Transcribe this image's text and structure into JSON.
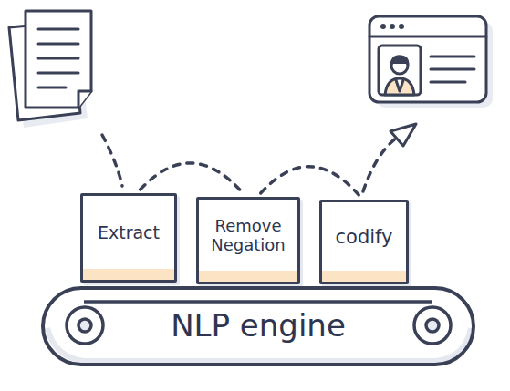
{
  "diagram": {
    "nodes": [
      {
        "text": [
          "Extract"
        ]
      },
      {
        "text": [
          "Remove Negation"
        ]
      },
      {
        "text": [
          "codify"
        ]
      },
      {
        "text": [
          "NLP engine"
        ]
      }
    ],
    "edges": [
      {
        "from": 0,
        "to": 1,
        "arrow": "none"
      },
      {
        "from": 1,
        "to": 2,
        "arrow": "none"
      }
    ]
  }
}
